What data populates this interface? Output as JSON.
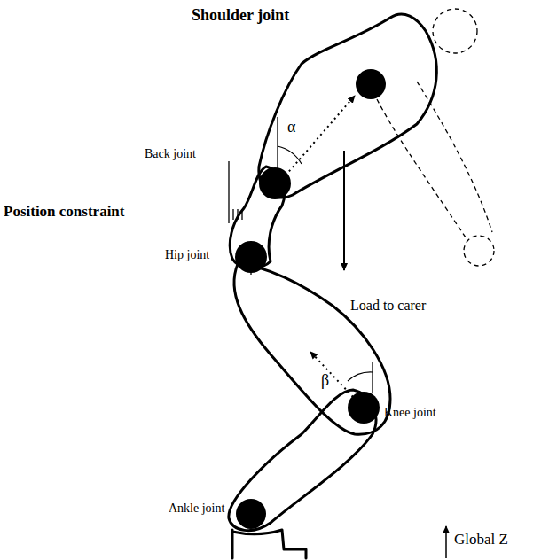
{
  "diagram": {
    "labels": [
      "Shoulder joint",
      "α",
      "Back joint",
      "Position  constraint",
      "Hip joint",
      "Load to carer",
      "β",
      "Knee joint",
      "Ankle joint",
      "Global Z"
    ]
  }
}
